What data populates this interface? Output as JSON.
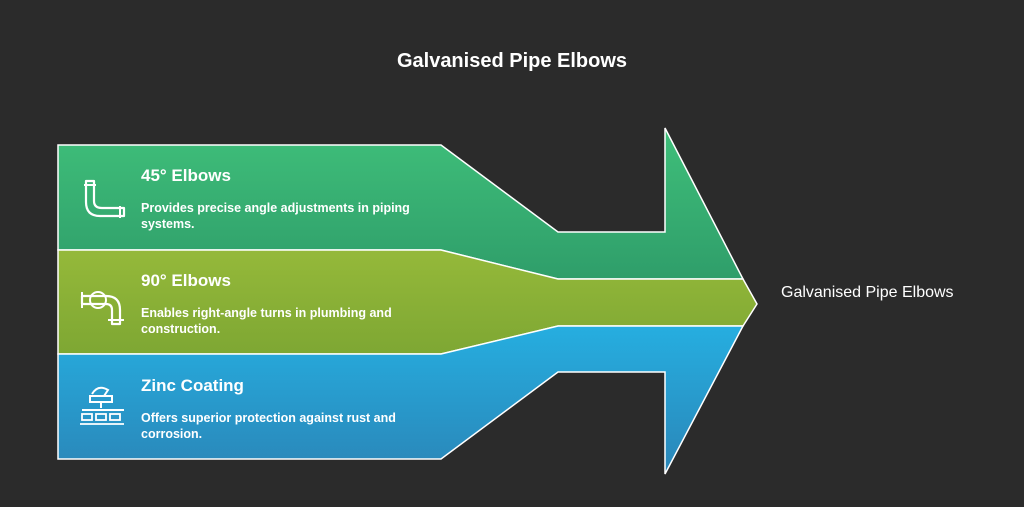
{
  "title": "Galvanised Pipe Elbows",
  "end_label": "Galvanised Pipe Elbows",
  "bands": [
    {
      "heading": "45° Elbows",
      "description": "Provides precise angle adjustments in piping systems.",
      "icon": "elbow-45-icon",
      "color": "#3dba78"
    },
    {
      "heading": "90° Elbows",
      "description": "Enables right-angle turns in plumbing and construction.",
      "icon": "elbow-90-icon",
      "color": "#8fb53a"
    },
    {
      "heading": "Zinc Coating",
      "description": "Offers superior protection against rust and corrosion.",
      "icon": "zinc-coating-icon",
      "color": "#24a8d8"
    }
  ]
}
